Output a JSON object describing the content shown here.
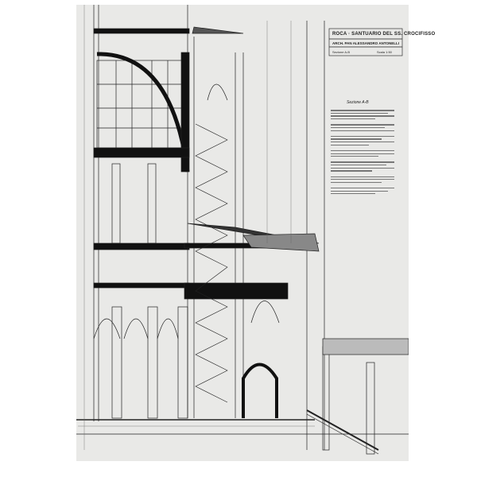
{
  "title_block": {
    "project": "ROCA · SANTUARIO DEL SS. CROCIFISSO",
    "architect": "ARCH. PAN ALESSANDRO ANTONELLI",
    "section": "Sezione A-B",
    "scale": "Scala 1:50"
  },
  "notes_heading": "Sezione A-B",
  "colors": {
    "paper": "#e9e9e7",
    "ink": "#1a1a1a"
  }
}
